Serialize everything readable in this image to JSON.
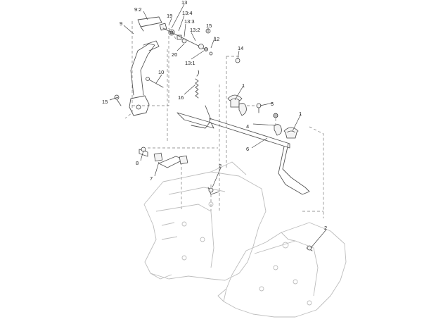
{
  "callouts": {
    "c9_2": "9:2",
    "c13": "13",
    "c19": "19",
    "c13_4": "13:4",
    "c9": "9",
    "c13_3": "13:3",
    "c15_top": "15",
    "c13_2": "13:2",
    "c12": "12",
    "c20": "20",
    "c14": "14",
    "c13_1": "13:1",
    "c10": "10",
    "c16": "16",
    "c1_top": "1",
    "c15_left": "15",
    "c5": "5",
    "c1_right": "1",
    "c4": "4",
    "c6": "6",
    "c8": "8",
    "c7": "7",
    "c2_mid": "2",
    "c2_right": "2"
  }
}
